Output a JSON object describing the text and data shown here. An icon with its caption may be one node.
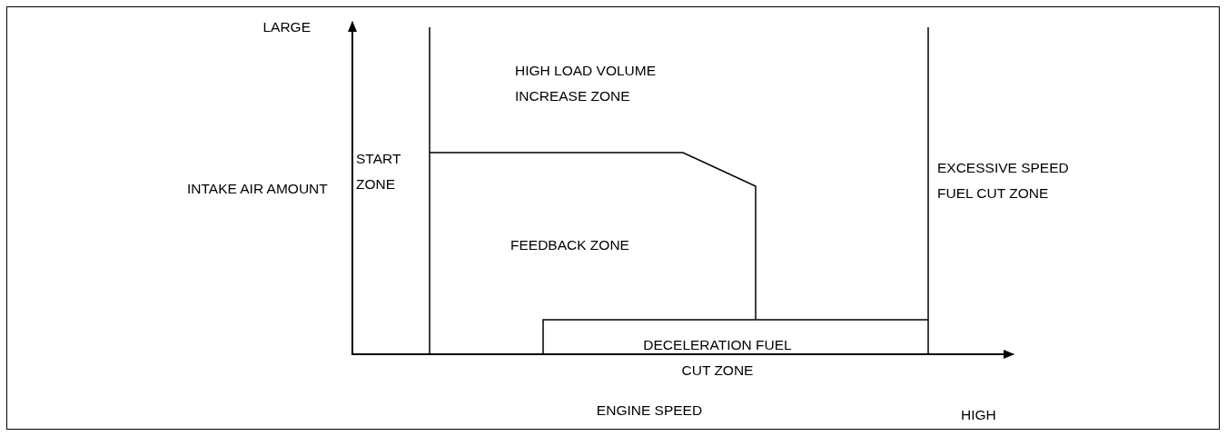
{
  "diagram": {
    "labels": [
      "LARGE",
      "HIGH LOAD VOLUME INCREASE ZONE",
      "START ZONE",
      "INTAKE AIR AMOUNT",
      "EXCESSIVE SPEED FUEL CUT ZONE",
      "FEEDBACK ZONE",
      "DECELERATION FUEL CUT ZONE",
      "ENGINE SPEED",
      "HIGH"
    ]
  }
}
